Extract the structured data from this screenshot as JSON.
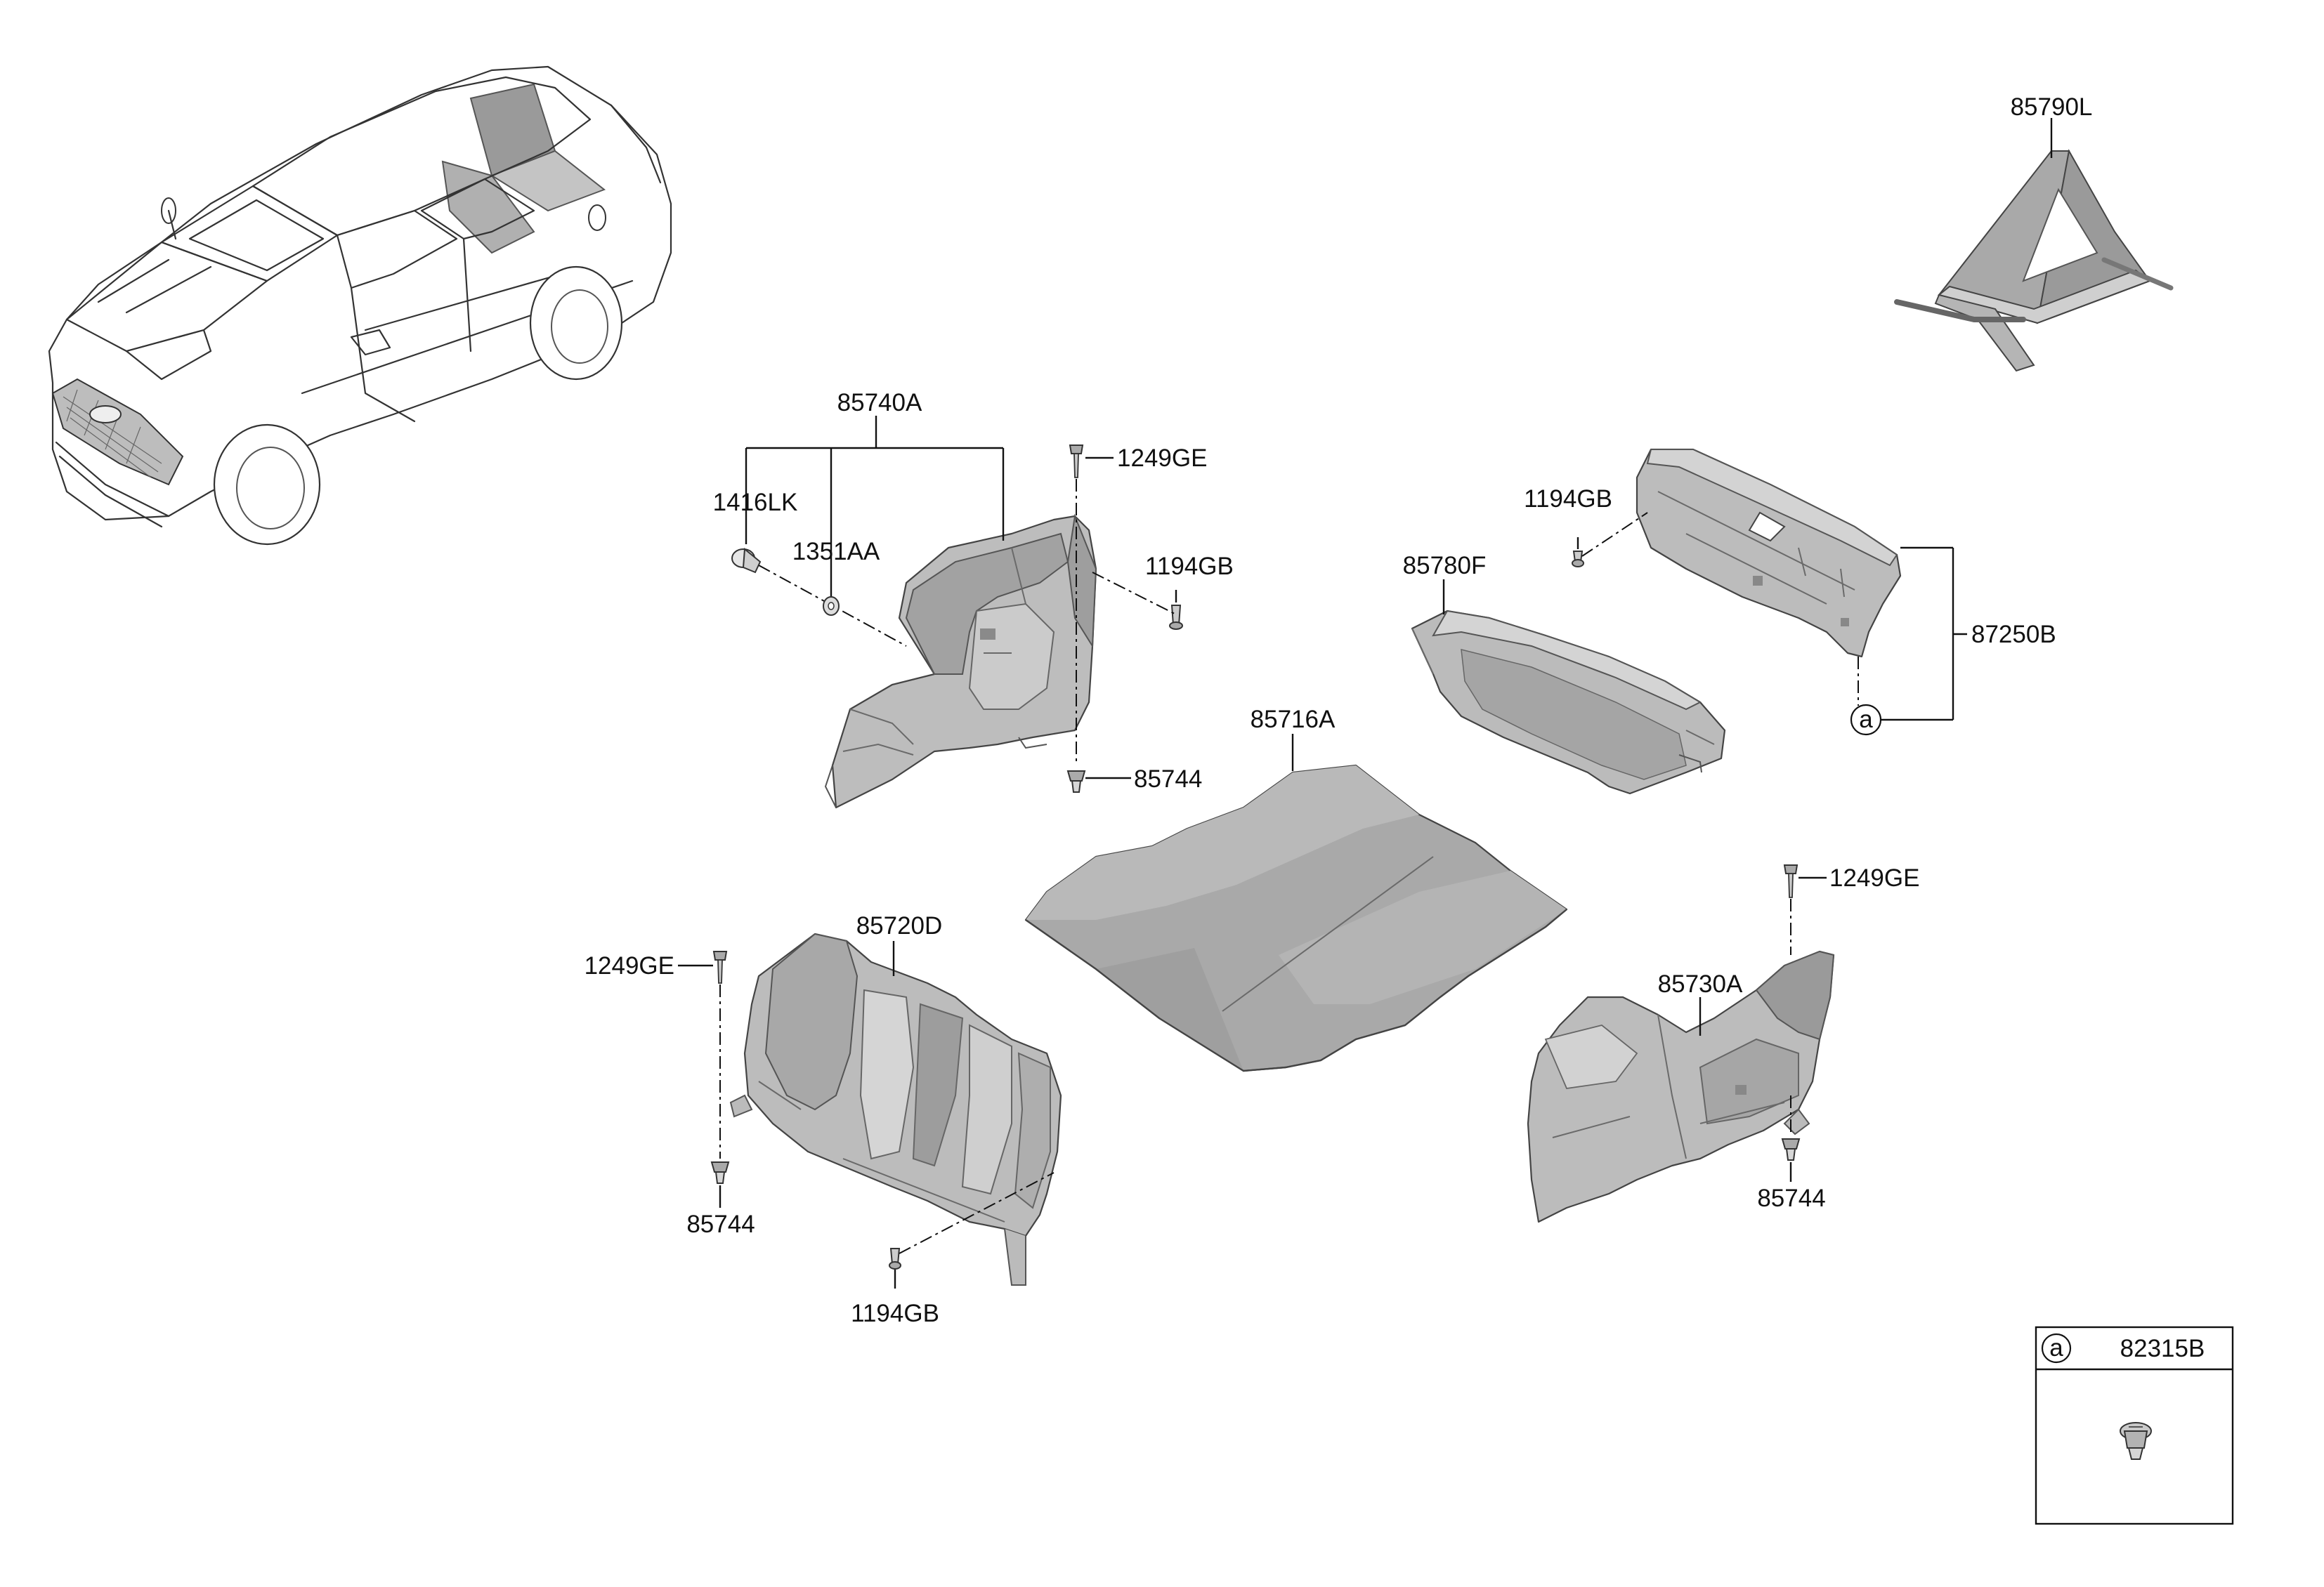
{
  "labels": {
    "p85790L": "85790L",
    "p85740A": "85740A",
    "p1416LK": "1416LK",
    "p1351AA": "1351AA",
    "p1249GE_a": "1249GE",
    "p1194GB_a": "1194GB",
    "p85744_a": "85744",
    "p1194GB_b": "1194GB",
    "p85780F": "85780F",
    "p87250B": "87250B",
    "ref_a_main": "a",
    "p85716A": "85716A",
    "p85720D": "85720D",
    "p1249GE_b": "1249GE",
    "p85744_b": "85744",
    "p1194GB_c": "1194GB",
    "p1249GE_c": "1249GE",
    "p85730A": "85730A",
    "p85744_c": "85744"
  },
  "legend": {
    "ref_symbol": "a",
    "part_number": "82315B"
  },
  "colors": {
    "part_fill": "#b9b9b9",
    "part_fill_dark": "#9c9c9c",
    "part_fill_light": "#d2d2d2",
    "line": "#111111"
  }
}
